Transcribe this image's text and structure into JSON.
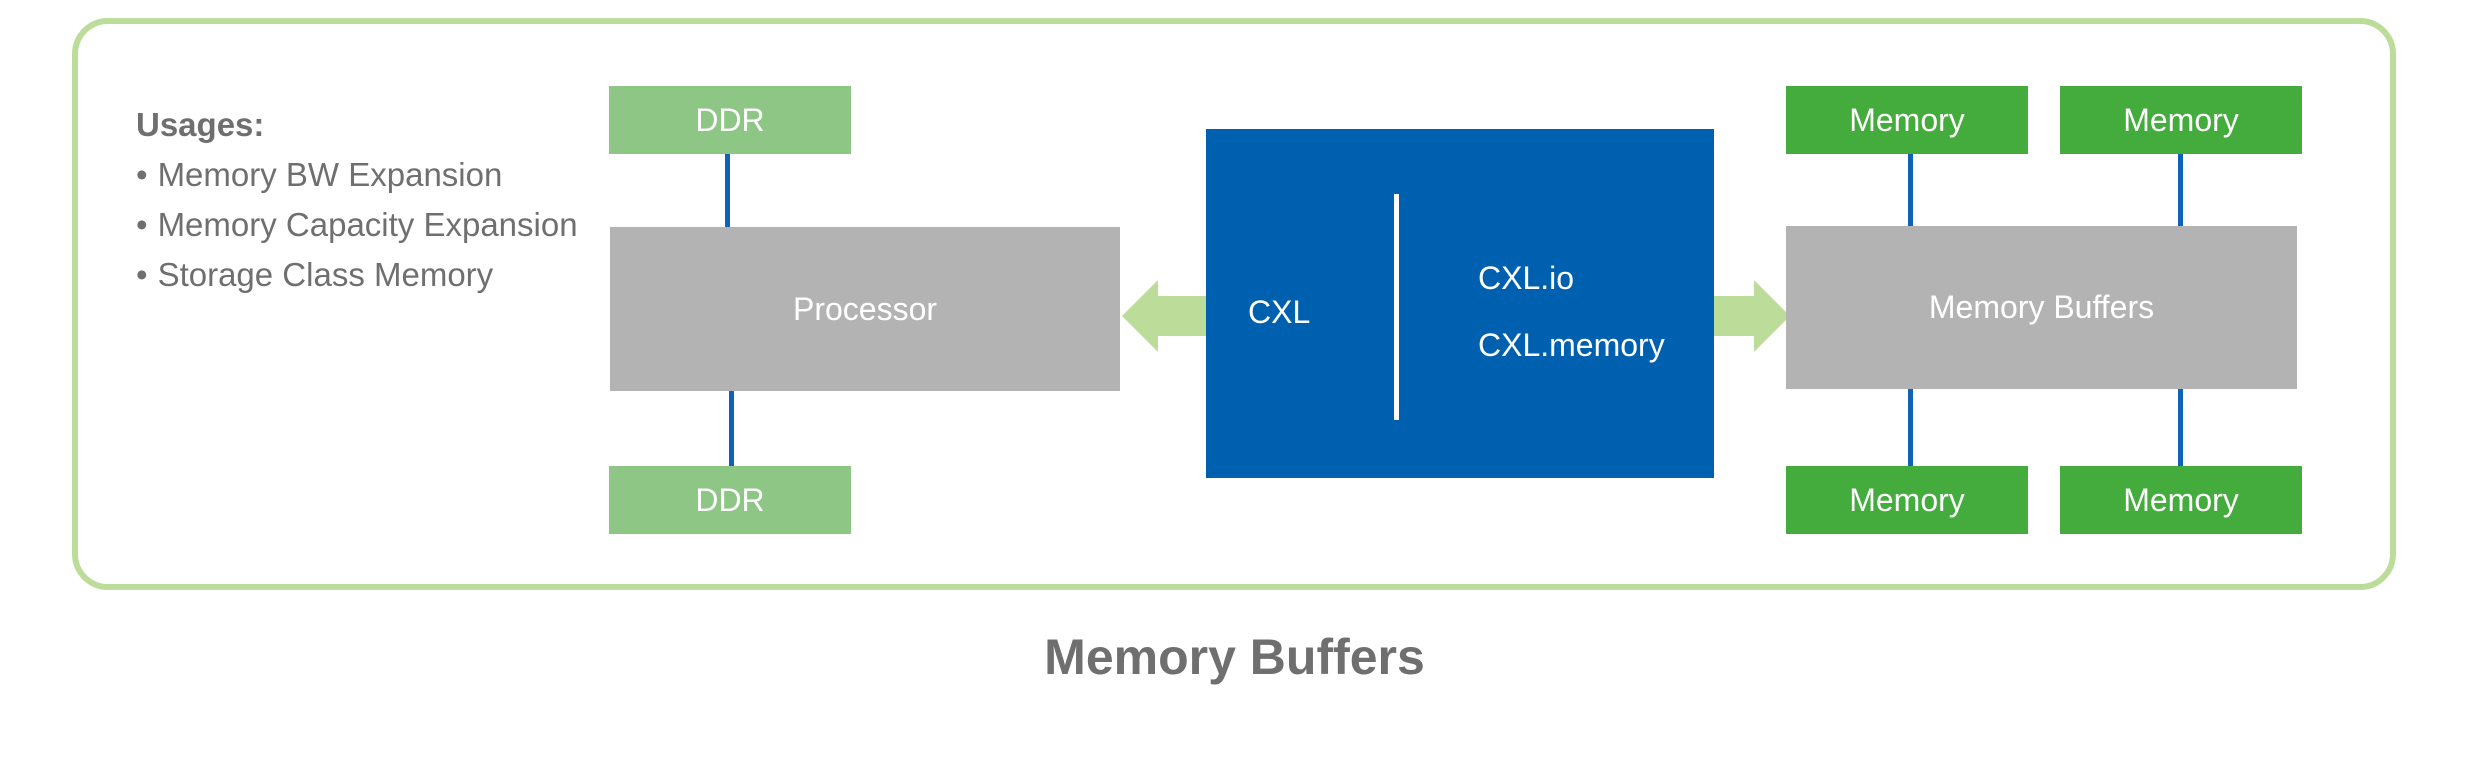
{
  "usages": {
    "heading": "Usages:",
    "items": [
      "Memory BW Expansion",
      "Memory Capacity Expansion",
      "Storage Class Memory"
    ]
  },
  "processor_side": {
    "top_ddr": "DDR",
    "bottom_ddr": "DDR",
    "processor": "Processor"
  },
  "cxl_block": {
    "left_label": "CXL",
    "protocol_io": "CXL.io",
    "protocol_memory": "CXL.memory"
  },
  "memory_side": {
    "buffers": "Memory Buffers",
    "top_left": "Memory",
    "top_right": "Memory",
    "bottom_left": "Memory",
    "bottom_right": "Memory"
  },
  "caption": "Memory Buffers",
  "colors": {
    "frame_border": "#bcdc9a",
    "ddr": "#8dc685",
    "memory": "#43ac3c",
    "gray_block": "#b3b3b4",
    "cxl_block": "#0060b0",
    "connector": "#0f62b5",
    "arrow": "#bcdc9a",
    "text_gray": "#6f6f6f"
  }
}
